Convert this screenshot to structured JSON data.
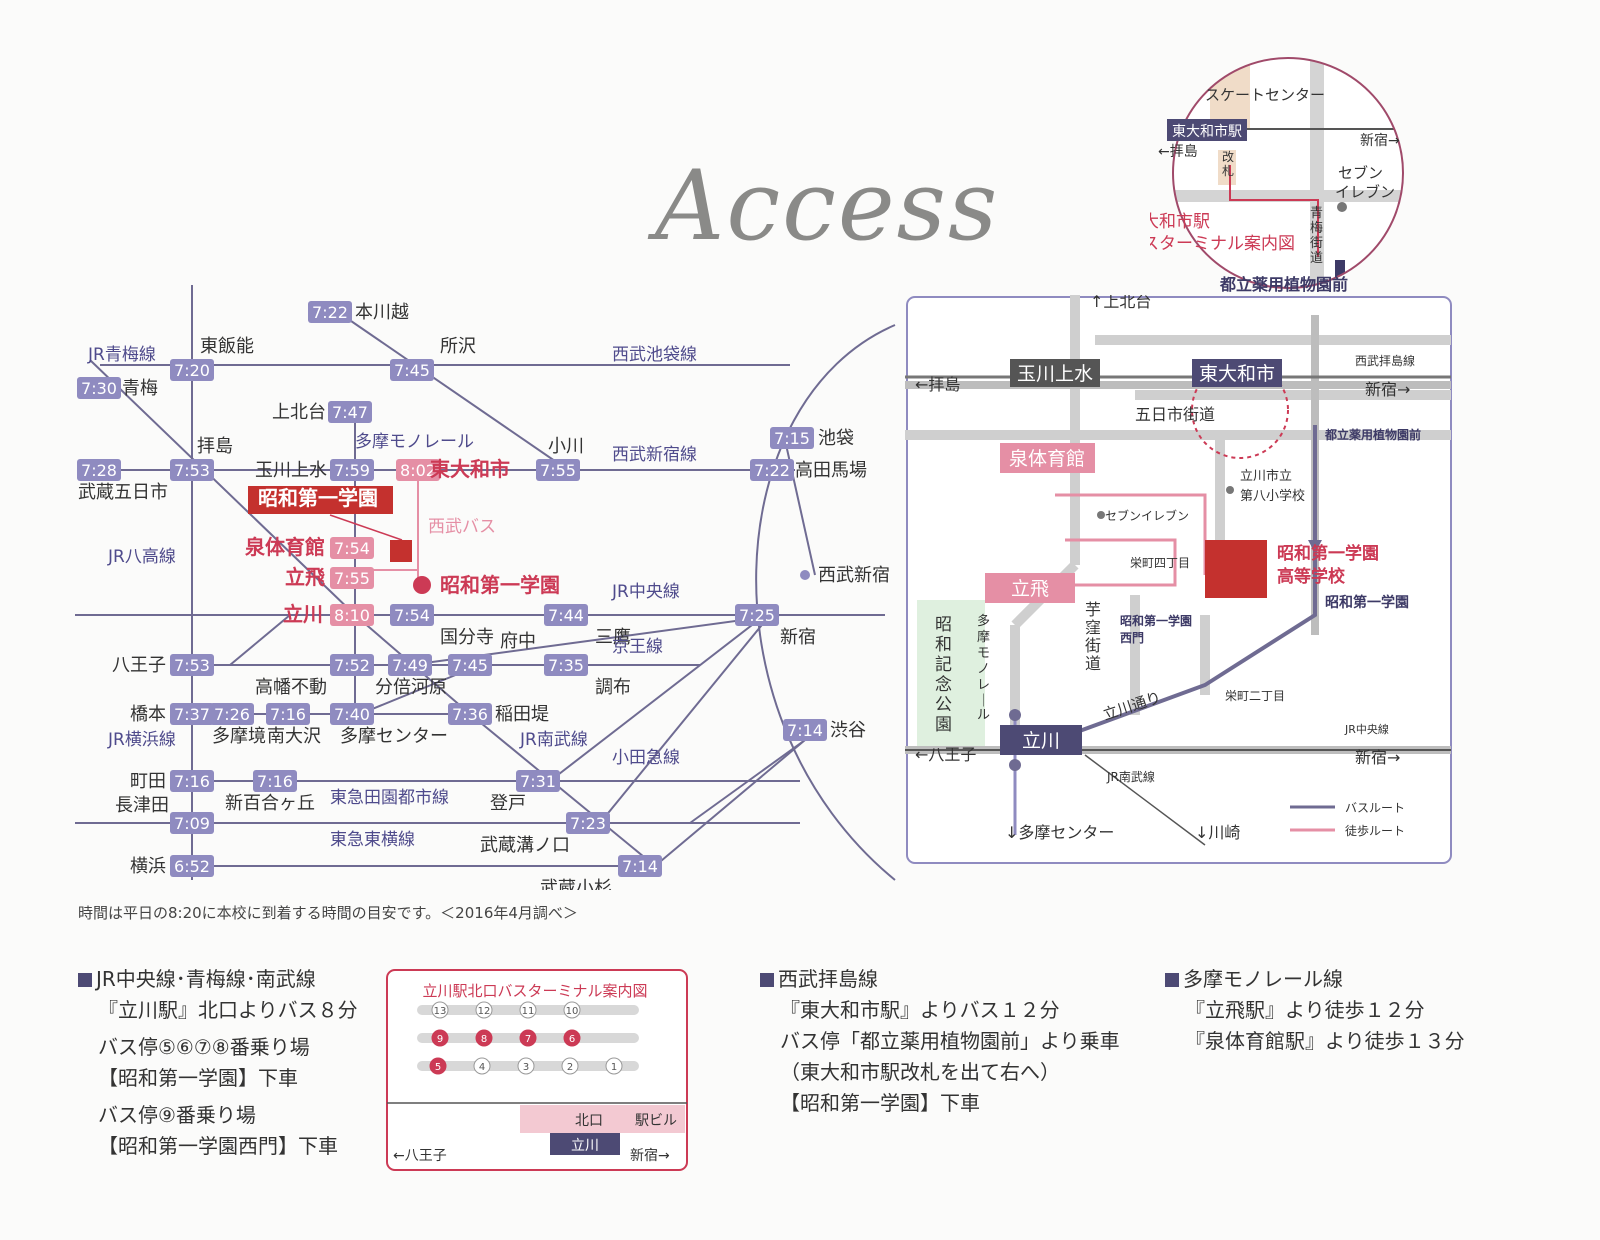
{
  "title": "Access",
  "note": "時間は平日の8:20に本校に到着する時間の目安です。＜2016年4月調べ＞",
  "colors": {
    "line": "#6f6b92",
    "time_badge": "#8f8bc0",
    "school": "#cc3a55",
    "school_fill": "#c4312e",
    "walk": "#e58fa5",
    "bus": "#6f6b92"
  },
  "route_map": {
    "lines": [
      {
        "label": "JR青梅線"
      },
      {
        "label": "西武池袋線"
      },
      {
        "label": "多摩モノレール"
      },
      {
        "label": "西武新宿線"
      },
      {
        "label": "JR八高線"
      },
      {
        "label": "JR中央線"
      },
      {
        "label": "京王線"
      },
      {
        "label": "JR横浜線"
      },
      {
        "label": "JR南武線"
      },
      {
        "label": "小田急線"
      },
      {
        "label": "東急田園都市線"
      },
      {
        "label": "東急東横線"
      },
      {
        "label": "西武バス"
      }
    ],
    "stations": [
      {
        "name": "本川越",
        "time": "7:22"
      },
      {
        "name": "東飯能",
        "time": "7:20"
      },
      {
        "name": "青梅",
        "time": "7:30"
      },
      {
        "name": "所沢",
        "time": "7:45"
      },
      {
        "name": "上北台",
        "time": "7:47"
      },
      {
        "name": "池袋",
        "time": "7:15"
      },
      {
        "name": "拝島",
        "time": "7:53"
      },
      {
        "name": "武蔵五日市",
        "time": "7:28"
      },
      {
        "name": "玉川上水",
        "time": "7:59"
      },
      {
        "name": "東大和市",
        "time": "8:02"
      },
      {
        "name": "小川",
        "time": "7:55"
      },
      {
        "name": "高田馬場",
        "time": "7:22"
      },
      {
        "name": "泉体育館",
        "time": "7:54"
      },
      {
        "name": "立飛",
        "time": "7:55"
      },
      {
        "name": "立川",
        "time": "8:10"
      },
      {
        "name": "国分寺",
        "time": "7:54"
      },
      {
        "name": "三鷹",
        "time": "7:44"
      },
      {
        "name": "新宿",
        "time": "7:25"
      },
      {
        "name": "八王子",
        "time": "7:53"
      },
      {
        "name": "高幡不動",
        "time": "7:52"
      },
      {
        "name": "分倍河原",
        "time": "7:49"
      },
      {
        "name": "府中",
        "time": "7:45"
      },
      {
        "name": "調布",
        "time": "7:35"
      },
      {
        "name": "橋本",
        "time": "7:37"
      },
      {
        "name": "多摩境",
        "time": "7:26"
      },
      {
        "name": "南大沢",
        "time": "7:16"
      },
      {
        "name": "多摩センター",
        "time": "7:40"
      },
      {
        "name": "稲田堤",
        "time": "7:36"
      },
      {
        "name": "渋谷",
        "time": "7:14"
      },
      {
        "name": "町田",
        "time": "7:16"
      },
      {
        "name": "新百合ヶ丘",
        "time": "7:16"
      },
      {
        "name": "登戸",
        "time": "7:31"
      },
      {
        "name": "長津田",
        "time": "7:09"
      },
      {
        "name": "武蔵溝ノ口",
        "time": "7:23"
      },
      {
        "name": "横浜",
        "time": "6:52"
      },
      {
        "name": "武蔵小杉",
        "time": "7:14"
      },
      {
        "name": "西武新宿",
        "time": ""
      }
    ],
    "school_label": "昭和第一学園",
    "school_dot_label": "昭和第一学園"
  },
  "local_map": {
    "up_label": "↑上北台",
    "left_label": "←拝島",
    "right_label": "新宿→",
    "seibu_haijima": "西武拝島線",
    "tamagawajosui": "玉川上水",
    "higashiyamato": "東大和市",
    "itsukaichi_kaido": "五日市街道",
    "bus_stop_top": "都立薬用植物園前",
    "izumi": "泉体育館",
    "school_elem": "立川市立\n第八小学校",
    "seven": "セブンイレブン",
    "sakaecho4": "栄町四丁目",
    "school_name_1": "昭和第一学園",
    "school_name_2": "高等学校",
    "tachihi": "立飛",
    "imokubo": "芋窪街道",
    "park": "昭和記念公園",
    "monorail": "多摩モノレール",
    "west_gate": "昭和第一学園\n西門",
    "bus_stop_school": "昭和第一学園",
    "sakaecho2": "栄町二丁目",
    "tachikawa_dori": "立川通り",
    "jr_chuo": "JR中央線",
    "tachikawa": "立川",
    "left2": "←八王子",
    "right2": "新宿→",
    "jr_nambu": "JR南武線",
    "down1": "↓多摩センター",
    "down2": "↓川崎",
    "legend_bus": "バスルート",
    "legend_walk": "徒歩ルート"
  },
  "inset": {
    "skate": "スケートセンター",
    "station": "東大和市駅",
    "shinjuku": "新宿→",
    "haijima": "←拝島",
    "gate": "改\n札",
    "seven": "セブン\nイレブン",
    "ome_kaido": "青\n梅\n街\n道",
    "title_1": "東大和市駅",
    "title_2": "バスターミナル案内図",
    "bus_stop": "都立薬用植物園前"
  },
  "bus_terminal": {
    "title": "立川駅北口バスターミナル案内図",
    "rows": [
      [
        "13",
        "12",
        "11",
        "10"
      ],
      [
        "9",
        "8",
        "7",
        "6"
      ],
      [
        "5",
        "4",
        "3",
        "2",
        "1"
      ]
    ],
    "kitaguchi": "北口",
    "station_building": "駅ビル",
    "station": "立川",
    "left": "←八王子",
    "right": "新宿→"
  },
  "info": [
    {
      "head": "JR中央線･青梅線･南武線",
      "lines": [
        "『立川駅』北口よりバス８分",
        "バス停⑤⑥⑦⑧番乗り場",
        "【昭和第一学園】下車",
        "バス停⑨番乗り場",
        "【昭和第一学園西門】下車"
      ]
    },
    {
      "head": "西武拝島線",
      "lines": [
        "『東大和市駅』よりバス１２分",
        "バス停「都立薬用植物園前」より乗車",
        "（東大和市駅改札を出て右へ）",
        "【昭和第一学園】下車"
      ]
    },
    {
      "head": "多摩モノレール線",
      "lines": [
        "『立飛駅』より徒歩１２分",
        "『泉体育館駅』より徒歩１３分"
      ]
    }
  ]
}
